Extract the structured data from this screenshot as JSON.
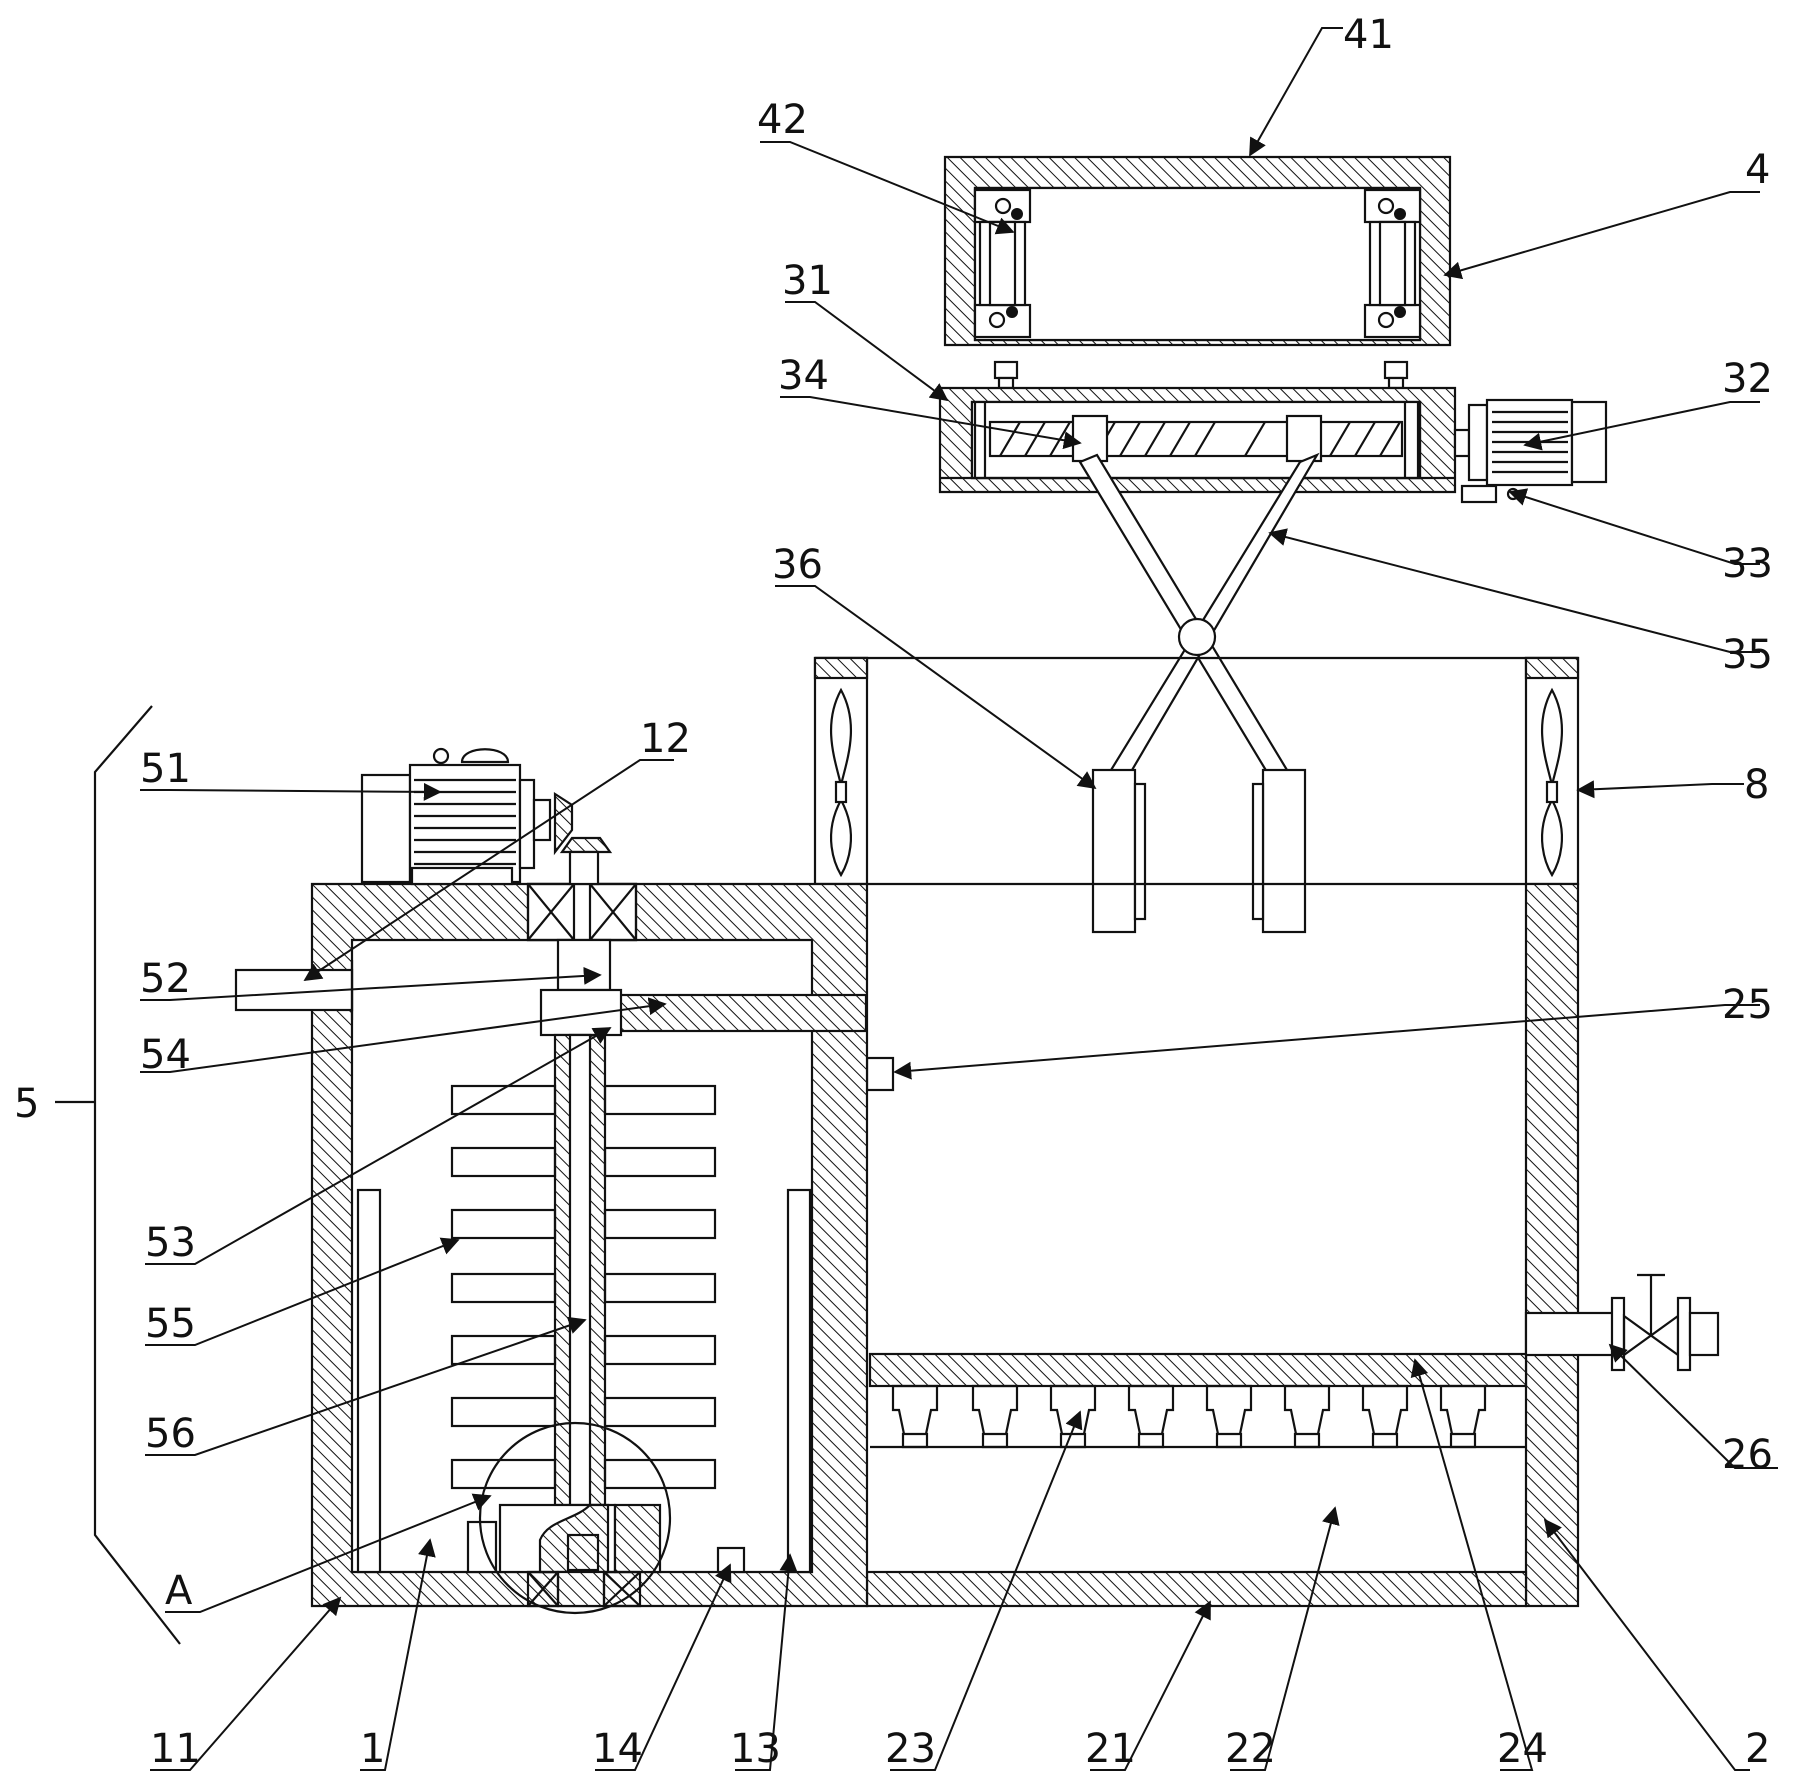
{
  "labels": {
    "l41": "41",
    "l42": "42",
    "l4": "4",
    "l31": "31",
    "l32": "32",
    "l34": "34",
    "l33": "33",
    "l35": "35",
    "l36": "36",
    "l8": "8",
    "l12": "12",
    "l51": "51",
    "l52": "52",
    "l54": "54",
    "l25": "25",
    "l5": "5",
    "l53": "53",
    "l55": "55",
    "l56": "56",
    "l26": "26",
    "lA": "A",
    "l11": "11",
    "l1": "1",
    "l14": "14",
    "l13": "13",
    "l23": "23",
    "l21": "21",
    "l22": "22",
    "l24": "24",
    "l2": "2"
  }
}
